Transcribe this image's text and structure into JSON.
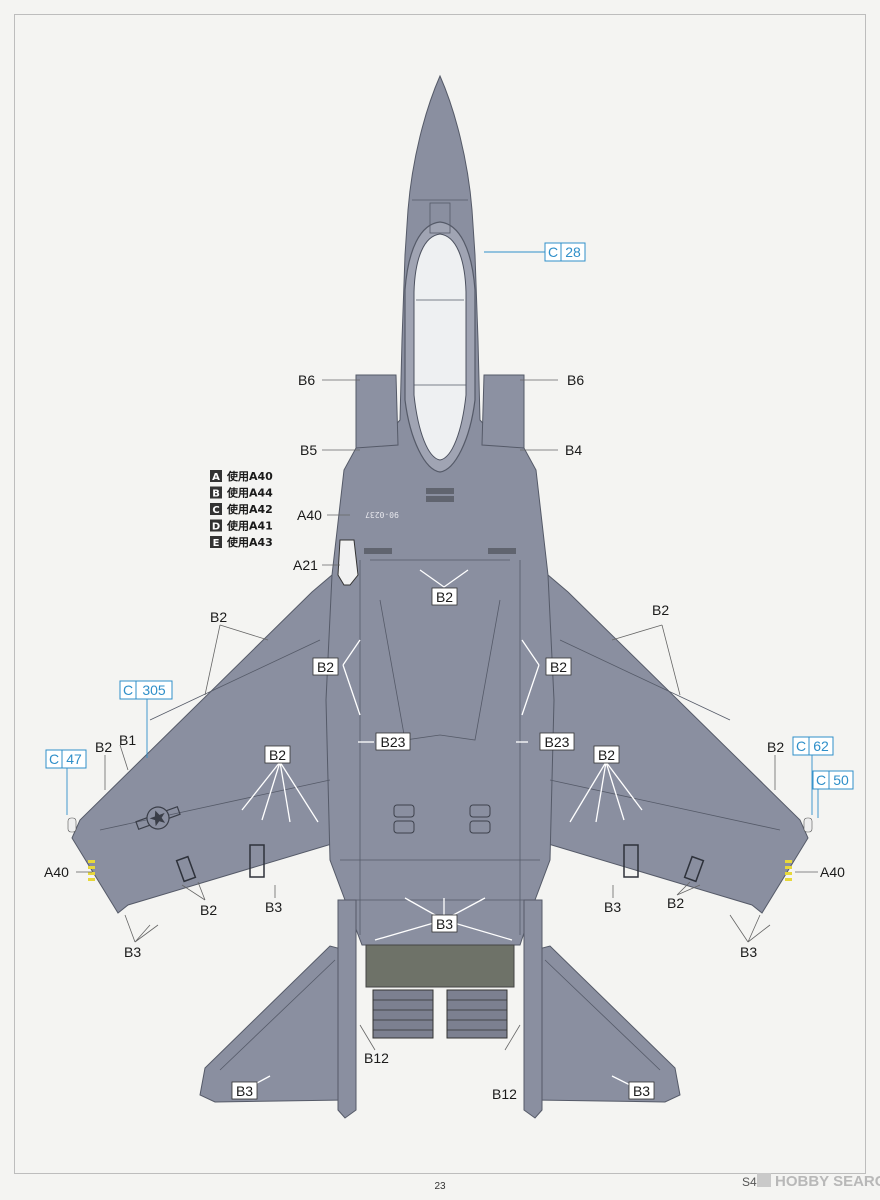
{
  "legend": [
    {
      "letter": "A",
      "text": "使用A40"
    },
    {
      "letter": "B",
      "text": "使用A44"
    },
    {
      "letter": "C",
      "text": "使用A42"
    },
    {
      "letter": "D",
      "text": "使用A41"
    },
    {
      "letter": "E",
      "text": "使用A43"
    }
  ],
  "aircraft": {
    "serial": "90-0237",
    "body_color": "#8a8fa0",
    "line_color": "#555a68"
  },
  "labels": {
    "b6_left": "B6",
    "b6_right": "B6",
    "b5": "B5",
    "b4": "B4",
    "a40_top": "A40",
    "a21": "A21",
    "b2_fuselage": "B2",
    "b2_left_wing": "B2",
    "b2_right_wing": "B2",
    "b2_left_box": "B2",
    "b2_right_box": "B2",
    "b23_left": "B23",
    "b23_right": "B23",
    "b2_left_low": "B2",
    "b2_right_low": "B2",
    "b2_left_tip": "B2",
    "b2_right_tip": "B2",
    "b1": "B1",
    "a40_left": "A40",
    "a40_right": "A40",
    "b2_left_bottom": "B2",
    "b2_right_bottom": "B2",
    "b3_left_mid": "B3",
    "b3_right_mid": "B3",
    "b3_center": "B3",
    "b3_left_wing": "B3",
    "b3_right_wing": "B3",
    "b3_left_tail": "B3",
    "b3_right_tail": "B3",
    "b12_left": "B12",
    "b12_right": "B12"
  },
  "callouts": {
    "c28": {
      "letter": "C",
      "num": "28"
    },
    "c305": {
      "letter": "C",
      "num": "305"
    },
    "c47": {
      "letter": "C",
      "num": "47"
    },
    "c62": {
      "letter": "C",
      "num": "62"
    },
    "c50": {
      "letter": "C",
      "num": "50"
    }
  },
  "page_number": "23",
  "footer_text": "S4",
  "watermark": "HOBBY SEARCH",
  "colors": {
    "accent_blue": "#2f8fc9",
    "legend_fill": "#333333",
    "gear_bay": "#6e7268"
  }
}
